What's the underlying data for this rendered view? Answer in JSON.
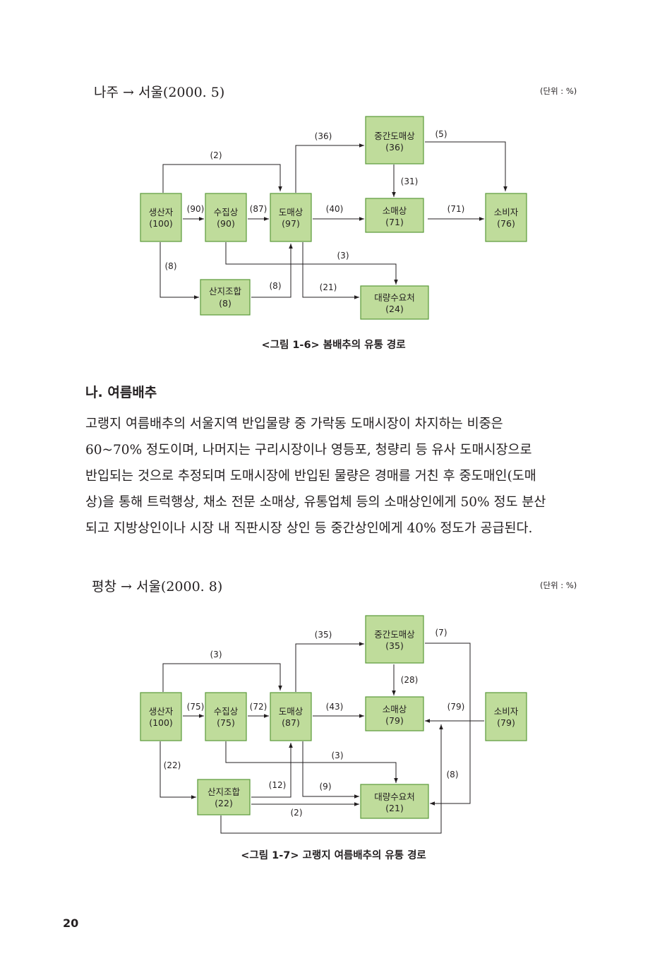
{
  "figure1": {
    "route": "나주 → 서울(2000. 5)",
    "unit": "(단위 : %)",
    "caption": "<그림 1-6> 봄배추의 유통 경로",
    "nodes": {
      "producer": {
        "name": "생산자",
        "value": "(100)"
      },
      "collector": {
        "name": "수집상",
        "value": "(90)"
      },
      "wholesaler": {
        "name": "도매상",
        "value": "(97)"
      },
      "middle": {
        "name": "중간도매상",
        "value": "(36)"
      },
      "retailer": {
        "name": "소매상",
        "value": "(71)"
      },
      "consumer": {
        "name": "소비자",
        "value": "(76)"
      },
      "coop": {
        "name": "산지조합",
        "value": "(8)"
      },
      "bulk": {
        "name": "대량수요처",
        "value": "(24)"
      }
    },
    "flows": {
      "producer_collector": "(90)",
      "collector_wholesaler": "(87)",
      "producer_wholesaler": "(2)",
      "wholesaler_middle": "(36)",
      "middle_consumer": "(5)",
      "middle_retailer": "(31)",
      "wholesaler_retailer": "(40)",
      "retailer_consumer": "(71)",
      "collector_bulk": "(3)",
      "producer_coop": "(8)",
      "coop_wholesaler": "(8)",
      "wholesaler_bulk": "(21)"
    }
  },
  "section": {
    "heading": "나. 여름배추",
    "lines": [
      "고랭지 여름배추의 서울지역 반입물량 중 가락동 도매시장이 차지하는 비중은",
      "60~70% 정도이며, 나머지는 구리시장이나 영등포, 청량리 등 유사 도매시장으로",
      "반입되는 것으로 추정되며 도매시장에 반입된 물량은 경매를 거친 후 중도매인(도매",
      "상)을 통해 트럭행상, 채소 전문 소매상, 유통업체 등의 소매상인에게 50% 정도 분산",
      "되고 지방상인이나 시장 내 직판시장 상인 등 중간상인에게 40% 정도가 공급된다."
    ]
  },
  "figure2": {
    "route": "평창 → 서울(2000. 8)",
    "unit": "(단위 : %)",
    "caption": "<그림 1-7> 고랭지 여름배추의 유통 경로",
    "nodes": {
      "producer": {
        "name": "생산자",
        "value": "(100)"
      },
      "collector": {
        "name": "수집상",
        "value": "(75)"
      },
      "wholesaler": {
        "name": "도매상",
        "value": "(87)"
      },
      "middle": {
        "name": "중간도매상",
        "value": "(35)"
      },
      "retailer": {
        "name": "소매상",
        "value": "(79)"
      },
      "consumer": {
        "name": "소비자",
        "value": "(79)"
      },
      "coop": {
        "name": "산지조합",
        "value": "(22)"
      },
      "bulk": {
        "name": "대량수요처",
        "value": "(21)"
      }
    },
    "flows": {
      "producer_collector": "(75)",
      "collector_wholesaler": "(72)",
      "producer_wholesaler": "(3)",
      "wholesaler_middle": "(35)",
      "middle_bulk": "(7)",
      "middle_retailer": "(28)",
      "wholesaler_retailer": "(43)",
      "retailer_consumer": "(79)",
      "collector_bulk": "(3)",
      "producer_coop": "(22)",
      "coop_wholesaler": "(12)",
      "wholesaler_bulk": "(9)",
      "coop_bulk": "(2)",
      "coop_retailer": "(8)"
    }
  },
  "page_number": "20"
}
